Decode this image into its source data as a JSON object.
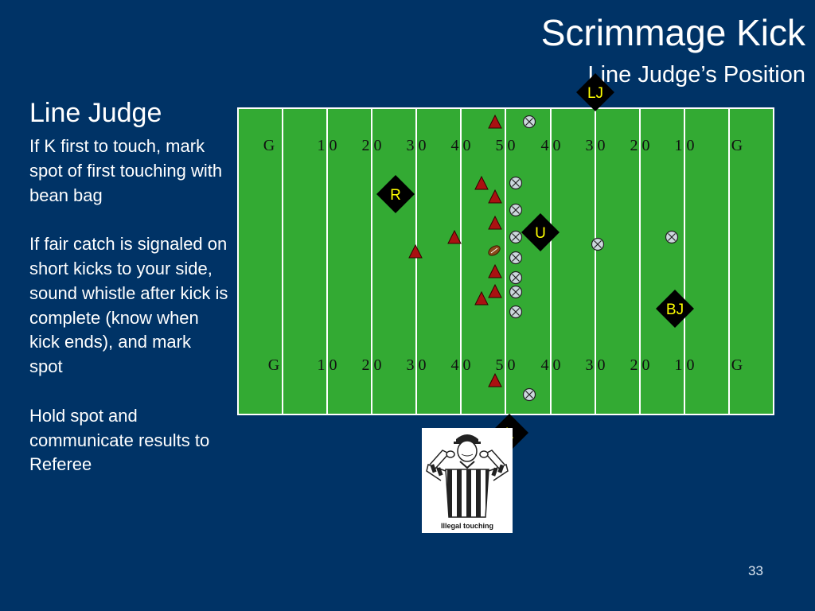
{
  "slide": {
    "title": "Scrimmage Kick",
    "subtitle": "Line Judge’s Position",
    "slide_number": "33"
  },
  "sidebar": {
    "heading": "Line Judge",
    "paragraphs": [
      "If K first to touch, mark spot of first touching with bean bag",
      "If fair catch is signaled on short kicks to your side, sound whistle after kick is complete (know when kick ends), and mark spot",
      "Hold spot and communicate results to Referee"
    ]
  },
  "field": {
    "colors": {
      "turf": "#33aa33",
      "lines": "#ffffff",
      "kicking_team": "#aa1111",
      "receiving_team": "#ccd8dd",
      "official": "#000000"
    },
    "yard_markers_top": [
      "G",
      "1 0",
      "2 0",
      "3 0",
      "4 0",
      "5 0",
      "4 0",
      "3 0",
      "2 0",
      "1 0",
      "G"
    ],
    "yard_markers_bottom": [
      "G",
      "1 0",
      "2 0",
      "3 0",
      "4 0",
      "5 0",
      "4 0",
      "3 0",
      "2 0",
      "1 0",
      "G"
    ],
    "officials": {
      "line_judge": "LJ",
      "referee": "R",
      "umpire": "U",
      "back_judge": "BJ",
      "linesman": "L"
    },
    "ball_icon": "football-icon",
    "kicking_team_icon": "triangle-icon",
    "receiving_team_icon": "x-circle-icon"
  },
  "referee_image": {
    "caption": "Illegal touching",
    "icon": "referee-signal-icon"
  }
}
